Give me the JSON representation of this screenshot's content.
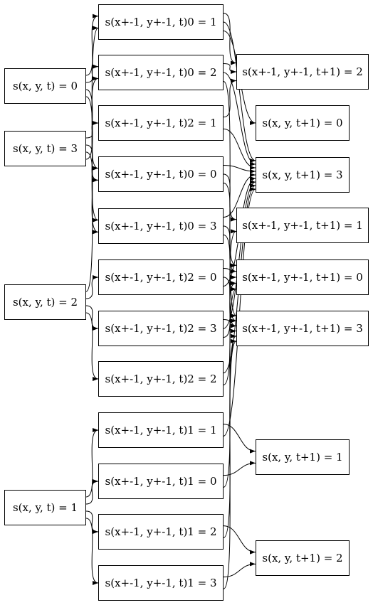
{
  "left_nodes": [
    {
      "id": "L0",
      "label": "s(x, y, t) = 0"
    },
    {
      "id": "L3",
      "label": "s(x, y, t) = 3"
    },
    {
      "id": "L2",
      "label": "s(x, y, t) = 2"
    },
    {
      "id": "L1",
      "label": "s(x, y, t) = 1"
    }
  ],
  "middle_nodes": [
    {
      "id": "M01",
      "label": "s(x+-1, y+-1, t)0 = 1"
    },
    {
      "id": "M02",
      "label": "s(x+-1, y+-1, t)0 = 2"
    },
    {
      "id": "M21",
      "label": "s(x+-1, y+-1, t)2 = 1"
    },
    {
      "id": "M00",
      "label": "s(x+-1, y+-1, t)0 = 0"
    },
    {
      "id": "M03",
      "label": "s(x+-1, y+-1, t)0 = 3"
    },
    {
      "id": "M20",
      "label": "s(x+-1, y+-1, t)2 = 0"
    },
    {
      "id": "M23",
      "label": "s(x+-1, y+-1, t)2 = 3"
    },
    {
      "id": "M22",
      "label": "s(x+-1, y+-1, t)2 = 2"
    },
    {
      "id": "M11",
      "label": "s(x+-1, y+-1, t)1 = 1"
    },
    {
      "id": "M10",
      "label": "s(x+-1, y+-1, t)1 = 0"
    },
    {
      "id": "M12",
      "label": "s(x+-1, y+-1, t)1 = 2"
    },
    {
      "id": "M13",
      "label": "s(x+-1, y+-1, t)1 = 3"
    }
  ],
  "right_nodes": [
    {
      "id": "RN2",
      "label": "s(x+-1, y+-1, t+1) = 2"
    },
    {
      "id": "R0",
      "label": "s(x, y, t+1) = 0"
    },
    {
      "id": "R3",
      "label": "s(x, y, t+1) = 3"
    },
    {
      "id": "RN1",
      "label": "s(x+-1, y+-1, t+1) = 1"
    },
    {
      "id": "RN0",
      "label": "s(x+-1, y+-1, t+1) = 0"
    },
    {
      "id": "RN3",
      "label": "s(x+-1, y+-1, t+1) = 3"
    },
    {
      "id": "R1",
      "label": "s(x, y, t+1) = 1"
    },
    {
      "id": "R2",
      "label": "s(x, y, t+1) = 2"
    }
  ],
  "edges": [
    [
      "L0",
      "M01"
    ],
    [
      "L0",
      "M02"
    ],
    [
      "L0",
      "M00"
    ],
    [
      "L0",
      "M03"
    ],
    [
      "L3",
      "M21"
    ],
    [
      "L3",
      "M00"
    ],
    [
      "L3",
      "M03"
    ],
    [
      "L3",
      "M02"
    ],
    [
      "L2",
      "M01"
    ],
    [
      "L2",
      "M20"
    ],
    [
      "L2",
      "M23"
    ],
    [
      "L2",
      "M22"
    ],
    [
      "L1",
      "M11"
    ],
    [
      "L1",
      "M10"
    ],
    [
      "L1",
      "M12"
    ],
    [
      "L1",
      "M13"
    ],
    [
      "M01",
      "RN2"
    ],
    [
      "M01",
      "R3"
    ],
    [
      "M01",
      "R0"
    ],
    [
      "M02",
      "RN2"
    ],
    [
      "M02",
      "R3"
    ],
    [
      "M02",
      "RN3"
    ],
    [
      "M21",
      "RN2"
    ],
    [
      "M21",
      "R3"
    ],
    [
      "M00",
      "R3"
    ],
    [
      "M00",
      "RN1"
    ],
    [
      "M00",
      "RN0"
    ],
    [
      "M03",
      "R3"
    ],
    [
      "M03",
      "RN0"
    ],
    [
      "M03",
      "RN3"
    ],
    [
      "M20",
      "RN0"
    ],
    [
      "M20",
      "RN3"
    ],
    [
      "M20",
      "R3"
    ],
    [
      "M23",
      "RN3"
    ],
    [
      "M23",
      "R3"
    ],
    [
      "M23",
      "RN0"
    ],
    [
      "M22",
      "R3"
    ],
    [
      "M22",
      "RN1"
    ],
    [
      "M11",
      "R1"
    ],
    [
      "M11",
      "R3"
    ],
    [
      "M10",
      "R1"
    ],
    [
      "M10",
      "RN0"
    ],
    [
      "M12",
      "R2"
    ],
    [
      "M12",
      "RN3"
    ],
    [
      "M13",
      "R2"
    ],
    [
      "M13",
      "RN3"
    ]
  ]
}
